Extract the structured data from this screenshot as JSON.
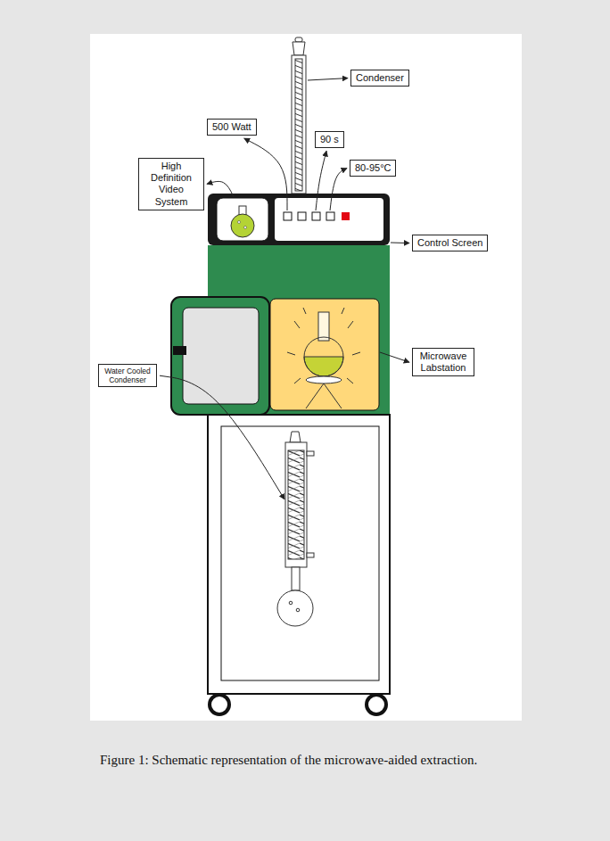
{
  "diagram": {
    "caption": "Figure 1: Schematic representation of the microwave-aided extraction.",
    "nodes": [
      {
        "text": [
          "Condenser"
        ]
      },
      {
        "text": [
          "500 Watt"
        ]
      },
      {
        "text": [
          "90 s"
        ]
      },
      {
        "text": [
          "High Definition Video System"
        ]
      },
      {
        "text": [
          "80-95°C"
        ]
      },
      {
        "text": [
          "Control Screen"
        ]
      },
      {
        "text": [
          "Microwave Labstation"
        ]
      },
      {
        "text": [
          "Water Cooled Condenser"
        ]
      }
    ]
  }
}
